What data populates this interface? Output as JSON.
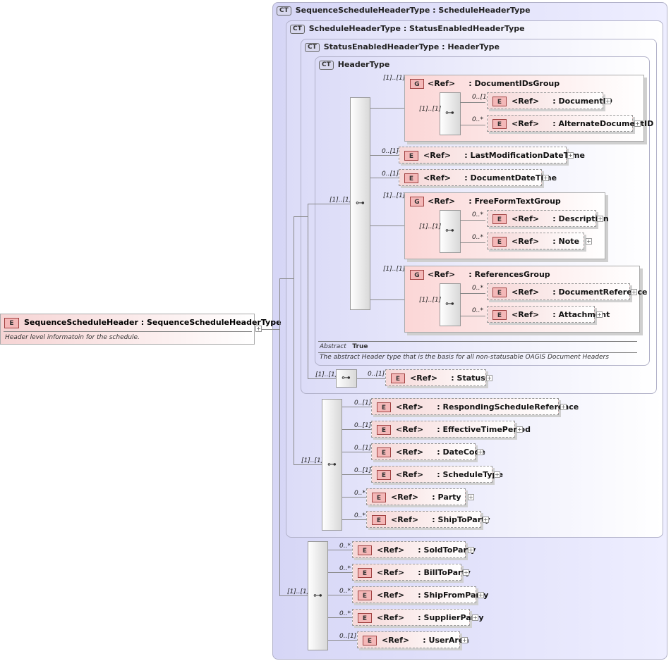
{
  "labels": {
    "ct": "CT",
    "e": "E",
    "g": "G",
    "ref": "<Ref>",
    "plus": "+",
    "seq": "⊶"
  },
  "root": {
    "name": "SequenceScheduleHeader",
    "type": "SequenceScheduleHeaderType",
    "doc": "Header level informatoin for the schedule."
  },
  "types": {
    "t1": "SequenceScheduleHeaderType",
    "t1_base": "ScheduleHeaderType",
    "t2": "ScheduleHeaderType",
    "t2_base": "StatusEnabledHeaderType",
    "t3": "StatusEnabledHeaderType",
    "t3_base": "HeaderType",
    "t4": "HeaderType"
  },
  "header_type": {
    "abstract_label": "Abstract",
    "abstract_value": "True",
    "doc": "The abstract Header type that is the basis for all non-statusable OAGIS Document Headers"
  },
  "groups": {
    "docids": {
      "name": "DocumentIDsGroup",
      "mult": "[1]..[1]",
      "seq_mult": "[1]..[1]"
    },
    "freeform": {
      "name": "FreeFormTextGroup",
      "mult": "[1]..[1]",
      "seq_mult": "[1]..[1]"
    },
    "refs": {
      "name": "ReferencesGroup",
      "mult": "[1]..[1]",
      "seq_mult": "[1]..[1]"
    }
  },
  "elements": {
    "documentid": {
      "name": "DocumentID",
      "mult": "0..[1]"
    },
    "altdocid": {
      "name": "AlternateDocumentID",
      "mult": "0..*"
    },
    "lastmod": {
      "name": "LastModificationDateTime",
      "mult": "0..[1]"
    },
    "docdate": {
      "name": "DocumentDateTime",
      "mult": "0..[1]"
    },
    "description": {
      "name": "Description",
      "mult": "0..*"
    },
    "note": {
      "name": "Note",
      "mult": "0..*"
    },
    "docref": {
      "name": "DocumentReference",
      "mult": "0..*"
    },
    "attachment": {
      "name": "Attachment",
      "mult": "0..*"
    },
    "status": {
      "name": "Status",
      "mult": "0..[1]"
    },
    "respsched": {
      "name": "RespondingScheduleReference",
      "mult": "0..[1]"
    },
    "efftime": {
      "name": "EffectiveTimePeriod",
      "mult": "0..[1]"
    },
    "datecode": {
      "name": "DateCode",
      "mult": "0..[1]"
    },
    "schedtype": {
      "name": "ScheduleType",
      "mult": "0..[1]"
    },
    "party": {
      "name": "Party",
      "mult": "0..*"
    },
    "shiptoparty": {
      "name": "ShipToParty",
      "mult": "0..*"
    },
    "soldtoparty": {
      "name": "SoldToParty",
      "mult": "0..*"
    },
    "billtoparty": {
      "name": "BillToParty",
      "mult": "0..*"
    },
    "shipfromparty": {
      "name": "ShipFromParty",
      "mult": "0..*"
    },
    "supplierparty": {
      "name": "SupplierParty",
      "mult": "0..*"
    },
    "userarea": {
      "name": "UserArea",
      "mult": "0..[1]"
    }
  },
  "sequences": {
    "header_seq": "[1]..[1]",
    "status_seq": "[1]..[1]",
    "schedule_seq": "[1]..[1]",
    "seqsched_seq": "[1]..[1]"
  }
}
